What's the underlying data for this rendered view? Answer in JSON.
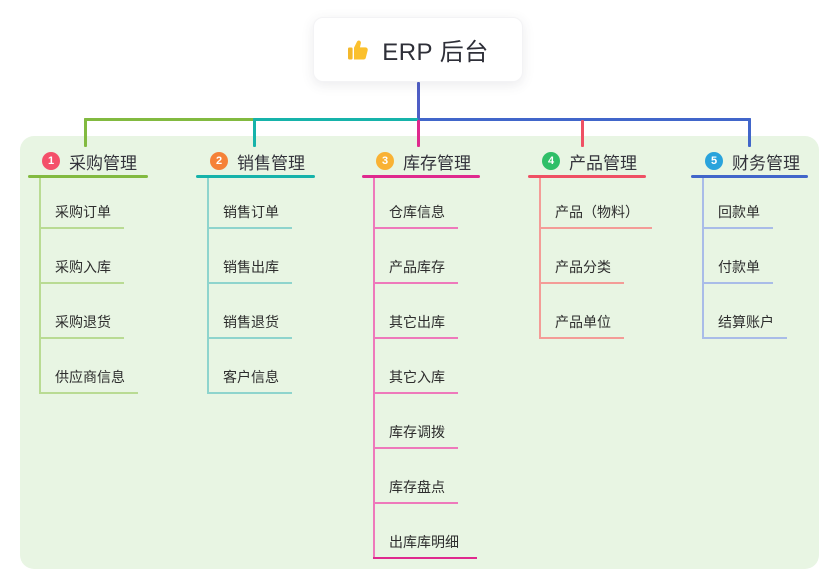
{
  "root": {
    "title": "ERP 后台",
    "icon": "thumbs-up-icon"
  },
  "branches": [
    {
      "badge": "1",
      "label": "采购管理",
      "line_color": "#82ba40",
      "child_line_color": "#b9db93",
      "badge_color": "#f4506a",
      "children": [
        "采购订单",
        "采购入库",
        "采购退货",
        "供应商信息"
      ]
    },
    {
      "badge": "2",
      "label": "销售管理",
      "line_color": "#16b3aa",
      "child_line_color": "#8ed4cd",
      "badge_color": "#f58238",
      "children": [
        "销售订单",
        "销售出库",
        "销售退货",
        "客户信息"
      ]
    },
    {
      "badge": "3",
      "label": "库存管理",
      "line_color": "#df2a8e",
      "child_line_color": "#ee79bb",
      "badge_color": "#f9b234",
      "children": [
        "仓库信息",
        "产品库存",
        "其它出库",
        "其它入库",
        "库存调拨",
        "库存盘点",
        "出库库明细"
      ]
    },
    {
      "badge": "4",
      "label": "产品管理",
      "line_color": "#ef5064",
      "child_line_color": "#f49c97",
      "badge_color": "#2fbf68",
      "children": [
        "产品（物料）",
        "产品分类",
        "产品单位"
      ]
    },
    {
      "badge": "5",
      "label": "财务管理",
      "line_color": "#4166ca",
      "child_line_color": "#a9bce8",
      "badge_color": "#29a3dc",
      "children": [
        "回款单",
        "付款单",
        "结算账户"
      ]
    }
  ],
  "colors": {
    "root_connector": "#4f5ec6",
    "panel_background": "#e8f5e3",
    "canvas_background": "#ffffff"
  }
}
